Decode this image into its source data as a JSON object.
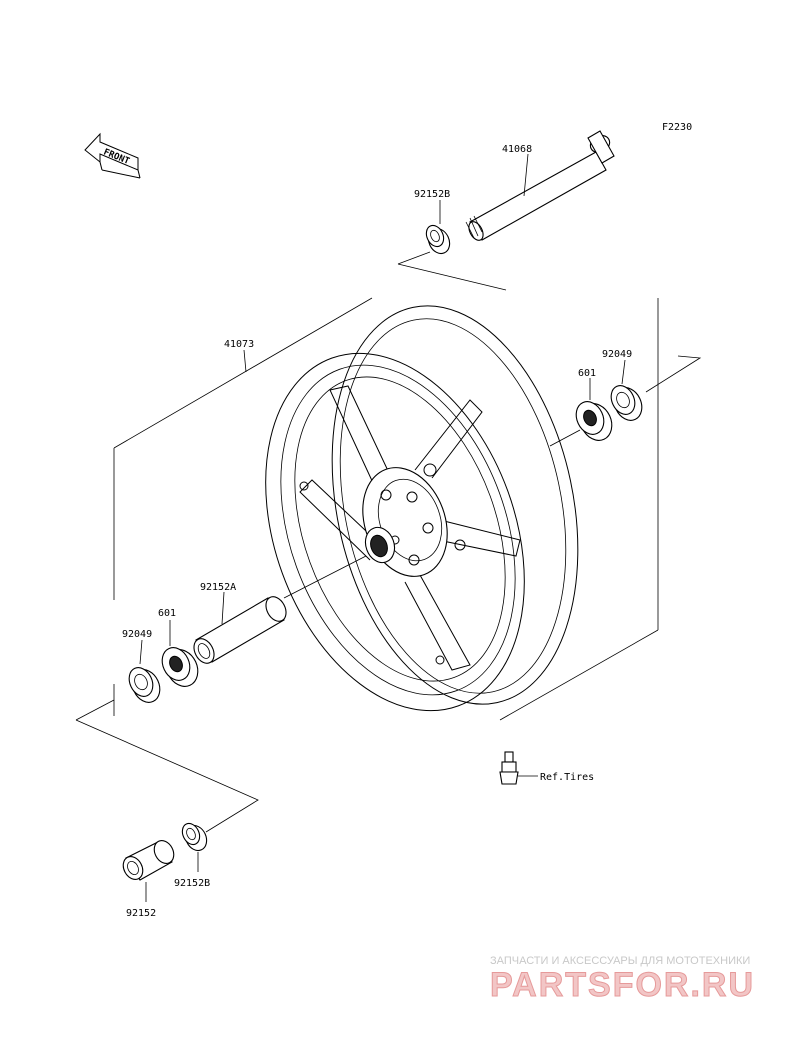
{
  "diagram_code": "F2230",
  "front_arrow_label": "FRONT",
  "parts": {
    "axle": "41068",
    "collar_top": "92152B",
    "wheel": "41073",
    "bearing_right": "601",
    "seal_right": "92049",
    "spacer": "92152A",
    "bearing_left": "601",
    "seal_left": "92049",
    "collar_bottom_right": "92152B",
    "collar_bottom_left": "92152"
  },
  "valve_ref": "Ref.Tires",
  "watermark": {
    "tagline": "ЗАПЧАСТИ И АКСЕССУАРЫ ДЛЯ МОТОТЕХНИКИ",
    "brand": "PARTSFOR.RU"
  },
  "colors": {
    "line": "#000000",
    "watermark_brand": "#e69a9a",
    "watermark_tagline": "#c8c8c8"
  }
}
